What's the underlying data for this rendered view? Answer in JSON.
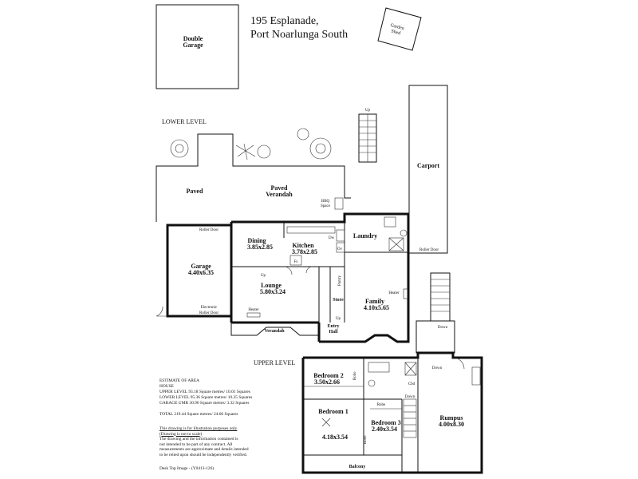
{
  "address": [
    "195 Esplanade,",
    "Port Noarlunga South"
  ],
  "level_labels": {
    "lower": "LOWER LEVEL",
    "upper": "UPPER LEVEL"
  },
  "rooms": {
    "double_garage": [
      "Double",
      "Garage"
    ],
    "garden_shed": [
      "Garden",
      "Shed"
    ],
    "carport": "Carport",
    "paved": "Paved",
    "paved_verandah": [
      "Paved",
      "Verandah"
    ],
    "bbq_space": [
      "BBQ",
      "Space"
    ],
    "garage": [
      "Garage",
      "4.40x6.35"
    ],
    "dining": [
      "Dining",
      "3.85x2.85"
    ],
    "kitchen": [
      "Kitchen",
      "3.78x2.85"
    ],
    "laundry": "Laundry",
    "lounge": [
      "Lounge",
      "5.80x3.24"
    ],
    "family": [
      "Family",
      "4.10x5.65"
    ],
    "verandah": "Verandah",
    "entry_hall": [
      "Entry",
      "Hall"
    ],
    "store": "Store",
    "pantry": "Pantry",
    "bedroom2": [
      "Bedroom 2",
      "3.50x2.66"
    ],
    "bedroom1": [
      "Bedroom 1",
      "4.18x3.54"
    ],
    "bedroom3": [
      "Bedroom 3",
      "2.40x3.54"
    ],
    "rumpus": [
      "Rumpus",
      "4.00x8.30"
    ],
    "balcony": "Balcony"
  },
  "annotations": {
    "roller_door": "Roller Door",
    "electronic_roller_door": [
      "Electronic",
      "Roller Door"
    ],
    "heater": "Heater",
    "up": "Up",
    "down": "Down",
    "dw": "Dw",
    "ov": "Ov",
    "fs": "Fs",
    "robe": "Robe",
    "cbd": "Cbd"
  },
  "estimate": [
    "ESTIMATE OF AREA",
    "HOUSE",
    "UPPER LEVEL 93.18 Square metres/  10.01 Squares",
    "LOWER LEVEL 95.36 Square metres/  10.25 Squares",
    "GARAGE  UMR 30.90 Square metres/  3.32 Squares",
    "",
    "TOTAL   219.44 Square metres/  24.66 Squares"
  ],
  "disclaimer": {
    "heading": "This drawing is for illustration purposes only",
    "subheading": "(Drawing is not to scale)",
    "body": [
      "The drawing and the information contained is",
      "not intended to be part of any contract.  All",
      "measurements are approximate and details intended",
      "to be relied upon should be independently verified."
    ]
  },
  "reference": "Desk Top Image -  (Y0413-126)"
}
